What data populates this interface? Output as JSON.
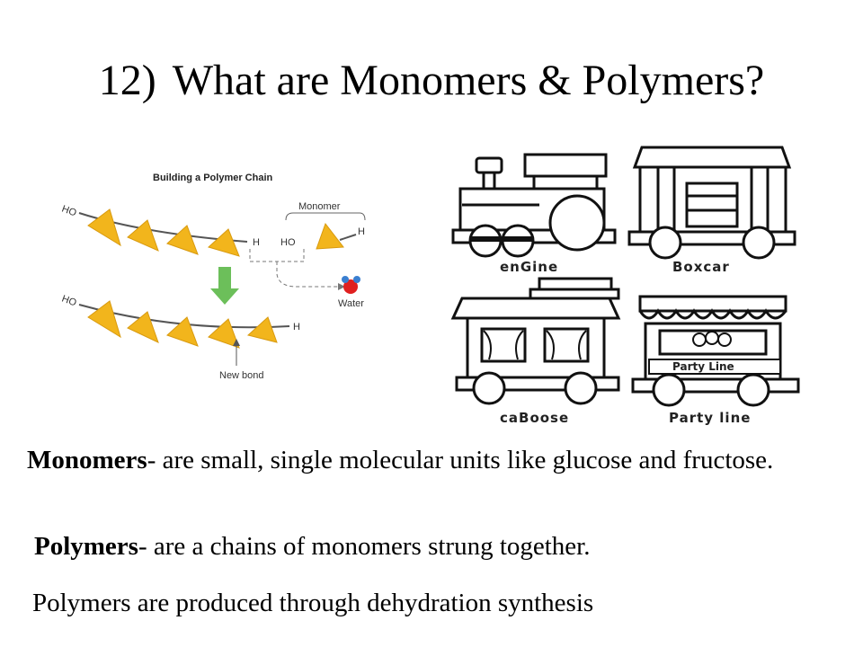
{
  "title": {
    "number": "12)",
    "text": "What are Monomers & Polymers?"
  },
  "diagram": {
    "heading": "Building a Polymer Chain",
    "monomer_label": "Monomer",
    "water_label": "Water",
    "new_bond_label": "New bond",
    "ho": "HO",
    "h": "H",
    "colors": {
      "monomer": "#f2b51c",
      "arrow": "#6cbf5a",
      "water": "#e02020"
    }
  },
  "trains": {
    "engine": "enGine",
    "boxcar": "Boxcar",
    "caboose": "caBoose",
    "party": "Party line",
    "party_sign": "Party Line"
  },
  "text": {
    "monomers_term": "Monomers",
    "monomers_def": "- are small, single molecular units like glucose and fructose.",
    "polymers_term": "Polymers",
    "polymers_def": "- are a chains of monomers strung together.",
    "synthesis": "Polymers are produced through dehydration synthesis"
  }
}
